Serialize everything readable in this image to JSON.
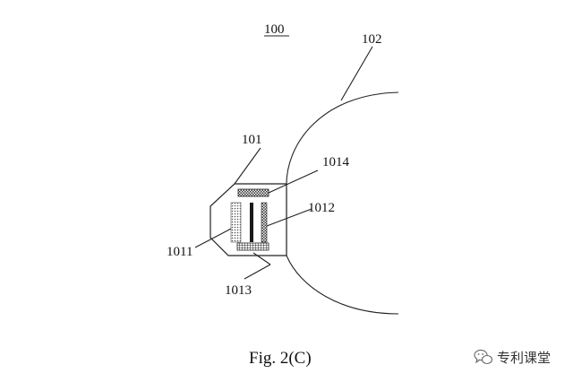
{
  "figure": {
    "number_label": "100",
    "caption": "Fig. 2(C)"
  },
  "labels": {
    "l102": "102",
    "l101": "101",
    "l1014": "1014",
    "l1012": "1012",
    "l1011": "1011",
    "l1013": "1013"
  },
  "watermark": {
    "text": "专利课堂",
    "icon": "wechat-icon"
  }
}
